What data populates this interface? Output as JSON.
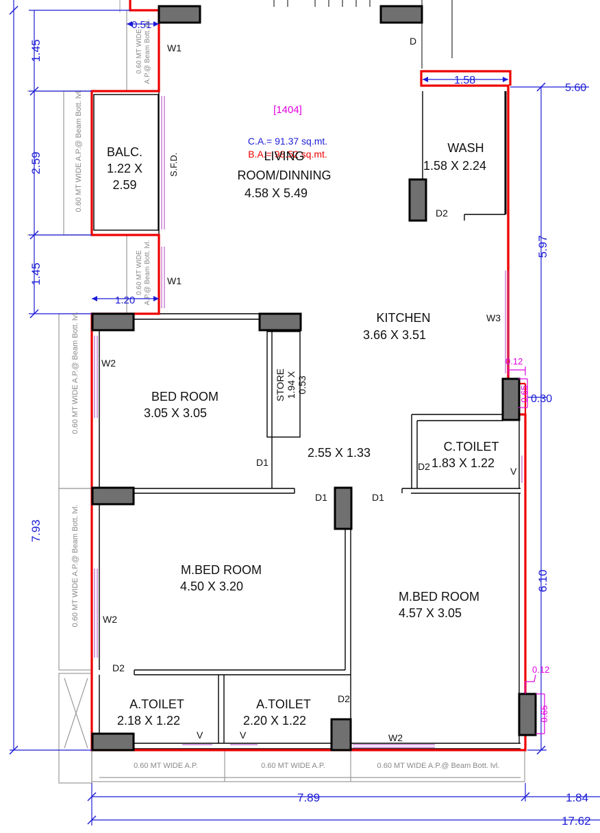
{
  "plan_number": "[1404]",
  "areas": {
    "carpet": "C.A.= 91.37 sq.mt.",
    "built_up": "B.A.= 98.52 sq.mt."
  },
  "rooms": {
    "living_name_1": "LIVING",
    "living_name_2": "ROOM/DINNING",
    "living_size": "4.58 X 5.49",
    "balc_name": "BALC.",
    "balc_size_1": "1.22 X",
    "balc_size_2": "2.59",
    "wash_name": "WASH",
    "wash_size": "1.58 X 2.24",
    "kitchen_name": "KITCHEN",
    "kitchen_size": "3.66 X 3.51",
    "bed_name": "BED ROOM",
    "bed_size": "3.05 X 3.05",
    "store_name": "STORE",
    "store_size_1": "1.94 X",
    "store_size_2": "0.53",
    "passage_size": "2.55 X 1.33",
    "ctoilet_name": "C.TOILET",
    "ctoilet_size": "1.83 X 1.22",
    "mbed1_name": "M.BED ROOM",
    "mbed1_size": "4.50 X 3.20",
    "mbed2_name": "M.BED ROOM",
    "mbed2_size": "4.57 X 3.05",
    "atoilet1_name": "A.TOILET",
    "atoilet1_size": "2.18 X 1.22",
    "atoilet2_name": "A.TOILET",
    "atoilet2_size": "2.20 X 1.22"
  },
  "labels": {
    "d": "D",
    "d1": "D1",
    "d2": "D2",
    "w1": "W1",
    "w2": "W2",
    "w3": "W3",
    "v": "V",
    "sfd": "S.F.D."
  },
  "dimensions": {
    "left_1_45_top": "1.45",
    "left_2_59": "2.59",
    "left_1_45_bottom": "1.45",
    "left_7_93": "7.93",
    "dim_0_51": "0.51",
    "dim_1_20": "1.20",
    "dim_1_58": "1.58",
    "dim_5_60": "5.60",
    "dim_5_97": "5.97",
    "dim_6_10": "6.10",
    "dim_0_30": "0.30",
    "bottom_7_89": "7.89",
    "bottom_1_84": "1.84",
    "bottom_17_62": "17.62"
  },
  "magenta_dims": {
    "m_0_12_top": "0.12",
    "m_0_65_top": "0.65",
    "m_0_12_bottom": "0.12",
    "m_0_65_bottom": "0.65"
  },
  "ap_labels": {
    "balc_ap": "0.60 MT WIDE A.P.@ Beam Bott. lvl.",
    "top_ap_1": "0.60 MT WIDE",
    "top_ap_2": "A.P.@ Beam Bott. lvl.",
    "mid_ap_1": "0.60 MT WIDE",
    "mid_ap_2": "A.P.@ Beam Bott. lvl.",
    "left_ap_upper": "0.60 MT WIDE A.P.@ Beam Bott. lvl.",
    "left_ap_lower": "0.60 MT WIDE A.P.@ Beam Bott. lvl.",
    "bottom_ap_1": "0.60 MT WIDE A.P.",
    "bottom_ap_2": "0.60 MT WIDE A.P.",
    "bottom_ap_3": "0.60 MT WIDE A.P.@ Beam Bott. lvl."
  },
  "colors": {
    "outline": "#ee0000",
    "dimension": "#1b1bd6",
    "magenta": "#e000e0",
    "column": "#707070",
    "wall": "#000000",
    "window": "#b040c0"
  }
}
